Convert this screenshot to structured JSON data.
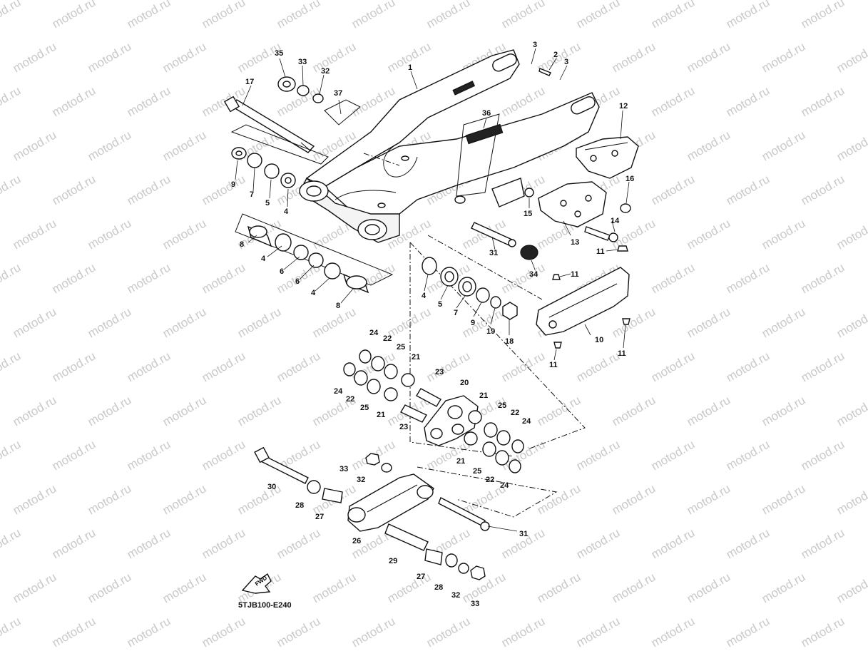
{
  "watermark": {
    "text": "motod.ru",
    "color": "#c9c9c9"
  },
  "diagram": {
    "code": "5TJB100-E240",
    "fwd_label": "FWD"
  },
  "callouts": [
    {
      "id": "c35",
      "text": "35"
    },
    {
      "id": "c33a",
      "text": "33"
    },
    {
      "id": "c32a",
      "text": "32"
    },
    {
      "id": "c17",
      "text": "17"
    },
    {
      "id": "c37",
      "text": "37"
    },
    {
      "id": "c1",
      "text": "1"
    },
    {
      "id": "c3a",
      "text": "3"
    },
    {
      "id": "c2",
      "text": "2"
    },
    {
      "id": "c3b",
      "text": "3"
    },
    {
      "id": "c36",
      "text": "36"
    },
    {
      "id": "c12",
      "text": "12"
    },
    {
      "id": "c16",
      "text": "16"
    },
    {
      "id": "c15",
      "text": "15"
    },
    {
      "id": "c14",
      "text": "14"
    },
    {
      "id": "c13",
      "text": "13"
    },
    {
      "id": "c11a",
      "text": "11"
    },
    {
      "id": "c11b",
      "text": "11"
    },
    {
      "id": "c9a",
      "text": "9"
    },
    {
      "id": "c7a",
      "text": "7"
    },
    {
      "id": "c5a",
      "text": "5"
    },
    {
      "id": "c4a",
      "text": "4"
    },
    {
      "id": "c8a",
      "text": "8"
    },
    {
      "id": "c4b",
      "text": "4"
    },
    {
      "id": "c6a",
      "text": "6"
    },
    {
      "id": "c6b",
      "text": "6"
    },
    {
      "id": "c4c",
      "text": "4"
    },
    {
      "id": "c8b",
      "text": "8"
    },
    {
      "id": "c31a",
      "text": "31"
    },
    {
      "id": "c34",
      "text": "34"
    },
    {
      "id": "c4d",
      "text": "4"
    },
    {
      "id": "c5b",
      "text": "5"
    },
    {
      "id": "c7b",
      "text": "7"
    },
    {
      "id": "c9b",
      "text": "9"
    },
    {
      "id": "c19",
      "text": "19"
    },
    {
      "id": "c18",
      "text": "18"
    },
    {
      "id": "c10",
      "text": "10"
    },
    {
      "id": "c11c",
      "text": "11"
    },
    {
      "id": "c11d",
      "text": "11"
    },
    {
      "id": "c24a",
      "text": "24"
    },
    {
      "id": "c22a",
      "text": "22"
    },
    {
      "id": "c25a",
      "text": "25"
    },
    {
      "id": "c21a",
      "text": "21"
    },
    {
      "id": "c23a",
      "text": "23"
    },
    {
      "id": "c24b",
      "text": "24"
    },
    {
      "id": "c22b",
      "text": "22"
    },
    {
      "id": "c25b",
      "text": "25"
    },
    {
      "id": "c21b",
      "text": "21"
    },
    {
      "id": "c23b",
      "text": "23"
    },
    {
      "id": "c20",
      "text": "20"
    },
    {
      "id": "c21c",
      "text": "21"
    },
    {
      "id": "c25c",
      "text": "25"
    },
    {
      "id": "c22c",
      "text": "22"
    },
    {
      "id": "c24c",
      "text": "24"
    },
    {
      "id": "c21d",
      "text": "21"
    },
    {
      "id": "c25d",
      "text": "25"
    },
    {
      "id": "c22d",
      "text": "22"
    },
    {
      "id": "c24d",
      "text": "24"
    },
    {
      "id": "c33b",
      "text": "33"
    },
    {
      "id": "c32b",
      "text": "32"
    },
    {
      "id": "c30",
      "text": "30"
    },
    {
      "id": "c28a",
      "text": "28"
    },
    {
      "id": "c27a",
      "text": "27"
    },
    {
      "id": "c26",
      "text": "26"
    },
    {
      "id": "c31b",
      "text": "31"
    },
    {
      "id": "c29",
      "text": "29"
    },
    {
      "id": "c27b",
      "text": "27"
    },
    {
      "id": "c28b",
      "text": "28"
    },
    {
      "id": "c32c",
      "text": "32"
    },
    {
      "id": "c33c",
      "text": "33"
    }
  ]
}
